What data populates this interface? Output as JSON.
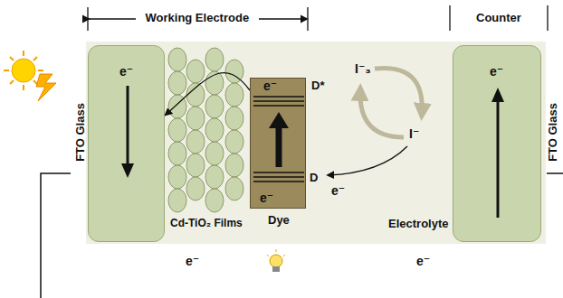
{
  "diagram": {
    "nodes": [
      {
        "text": [
          "FTO Glass",
          "e⁻"
        ]
      },
      {
        "text": [
          "e⁻",
          "e⁻",
          "Dye"
        ]
      },
      {
        "text": [
          "e⁻",
          "FTO Glass"
        ]
      }
    ],
    "edges": [
      {
        "from": 1,
        "to": 0,
        "arrow": "to"
      }
    ],
    "labels": [
      "Working Electrode",
      "Counter",
      "D*",
      "I⁻₃",
      "I⁻",
      "D",
      "e⁻",
      "Cd-TiO₂ Films",
      "Electrolyte",
      "e⁻",
      "e⁻"
    ]
  }
}
